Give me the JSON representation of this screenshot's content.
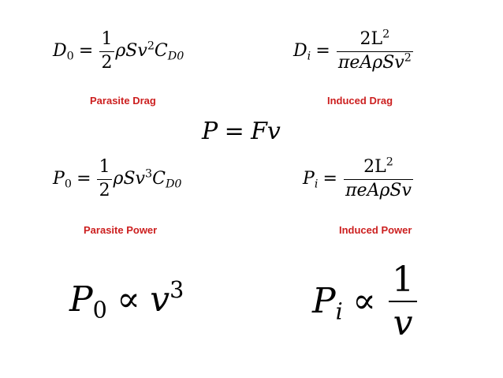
{
  "labels": {
    "parasite_drag": "Parasite Drag",
    "induced_drag": "Induced Drag",
    "parasite_power": "Parasite Power",
    "induced_power": "Induced Power"
  },
  "equations": {
    "d0": {
      "lhs_var": "D",
      "lhs_sub": "0",
      "eq": "=",
      "num": "1",
      "den": "2",
      "rhs_a": "ρSv",
      "rhs_exp": "2",
      "rhs_b": "C",
      "rhs_sub": "D0"
    },
    "di": {
      "lhs_var": "D",
      "lhs_sub": "i",
      "eq": "=",
      "num_a": "2L",
      "num_exp": "2",
      "den_a": "πeAρSv",
      "den_exp": "2"
    },
    "p": {
      "text_a": "P",
      "eq": "=",
      "text_b": "Fv"
    },
    "p0": {
      "lhs_var": "P",
      "lhs_sub": "0",
      "eq": "=",
      "num": "1",
      "den": "2",
      "rhs_a": "ρSv",
      "rhs_exp": "3",
      "rhs_b": "C",
      "rhs_sub": "D0"
    },
    "pi": {
      "lhs_var": "P",
      "lhs_sub": "i",
      "eq": "=",
      "num_a": "2L",
      "num_exp": "2",
      "den": "πeAρSv"
    },
    "p0_prop": {
      "lhs_var": "P",
      "lhs_sub": "0",
      "op": "∝",
      "rhs": "v",
      "rhs_exp": "3"
    },
    "pi_prop": {
      "lhs_var": "P",
      "lhs_sub": "i",
      "op": "∝",
      "num": "1",
      "den": "v"
    }
  },
  "colors": {
    "label": "#cc1f1f",
    "text": "#000000",
    "background": "#ffffff"
  }
}
